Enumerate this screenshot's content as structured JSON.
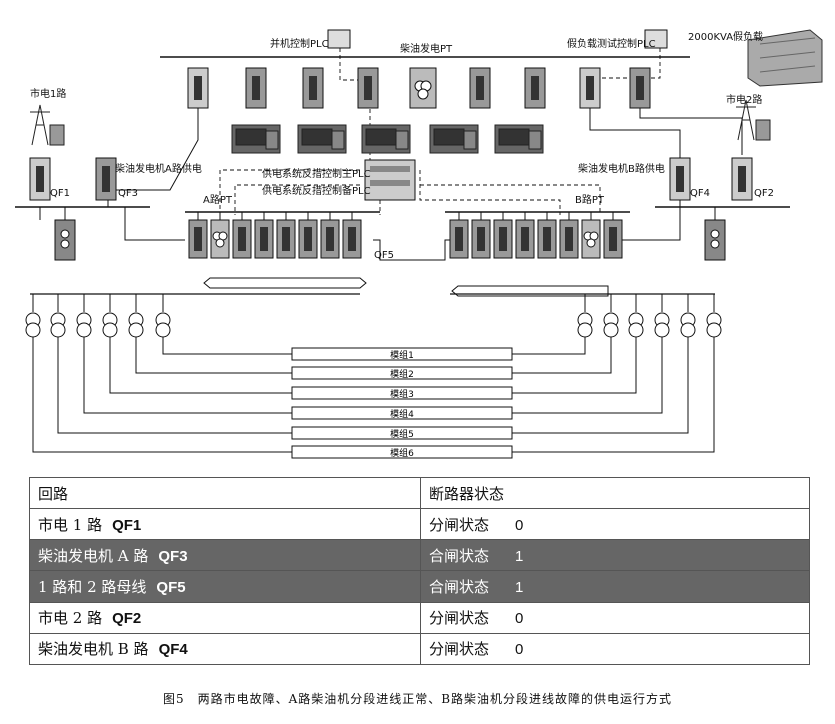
{
  "diagram": {
    "labels": {
      "parallel_plc": "并机控制PLC",
      "diesel_pt": "柴油发电PT",
      "dummy_load_plc": "假负载测试控制PLC",
      "dummy_load": "2000KVA假负载",
      "grid1": "市电1路",
      "grid2": "市电2路",
      "gen_a_supply": "柴油发电机A路供电",
      "gen_b_supply": "柴油发电机B路供电",
      "main_plc": "供电系统反措控制主PLC",
      "standby_plc": "供电系统反措控制备PLC",
      "a_pt": "A路PT",
      "b_pt": "B路PT",
      "qf1": "QF1",
      "qf2": "QF2",
      "qf3": "QF3",
      "qf4": "QF4",
      "qf5": "QF5"
    },
    "modules": [
      "模组1",
      "模组2",
      "模组3",
      "模组4",
      "模组5",
      "模组6"
    ]
  },
  "table": {
    "header": {
      "circuit": "回路",
      "status": "断路器状态"
    },
    "rows": [
      {
        "name": "市电 1 路",
        "breaker": "QF1",
        "state": "分闸状态",
        "value": "0",
        "highlight": false
      },
      {
        "name": "柴油发电机 A 路",
        "breaker": "QF3",
        "state": "合闸状态",
        "value": "1",
        "highlight": true
      },
      {
        "name": "1 路和 2 路母线",
        "breaker": "QF5",
        "state": "合闸状态",
        "value": "1",
        "highlight": true
      },
      {
        "name": "市电 2 路",
        "breaker": "QF2",
        "state": "分闸状态",
        "value": "0",
        "highlight": false
      },
      {
        "name": "柴油发电机 B 路",
        "breaker": "QF4",
        "state": "分闸状态",
        "value": "0",
        "highlight": false
      }
    ]
  },
  "caption": "图5　两路市电故障、A路柴油机分段进线正常、B路柴油机分段进线故障的供电运行方式",
  "colors": {
    "dark_row": "#666666",
    "cabinet": "#9a9a9a",
    "breaker_inner": "#333333"
  }
}
